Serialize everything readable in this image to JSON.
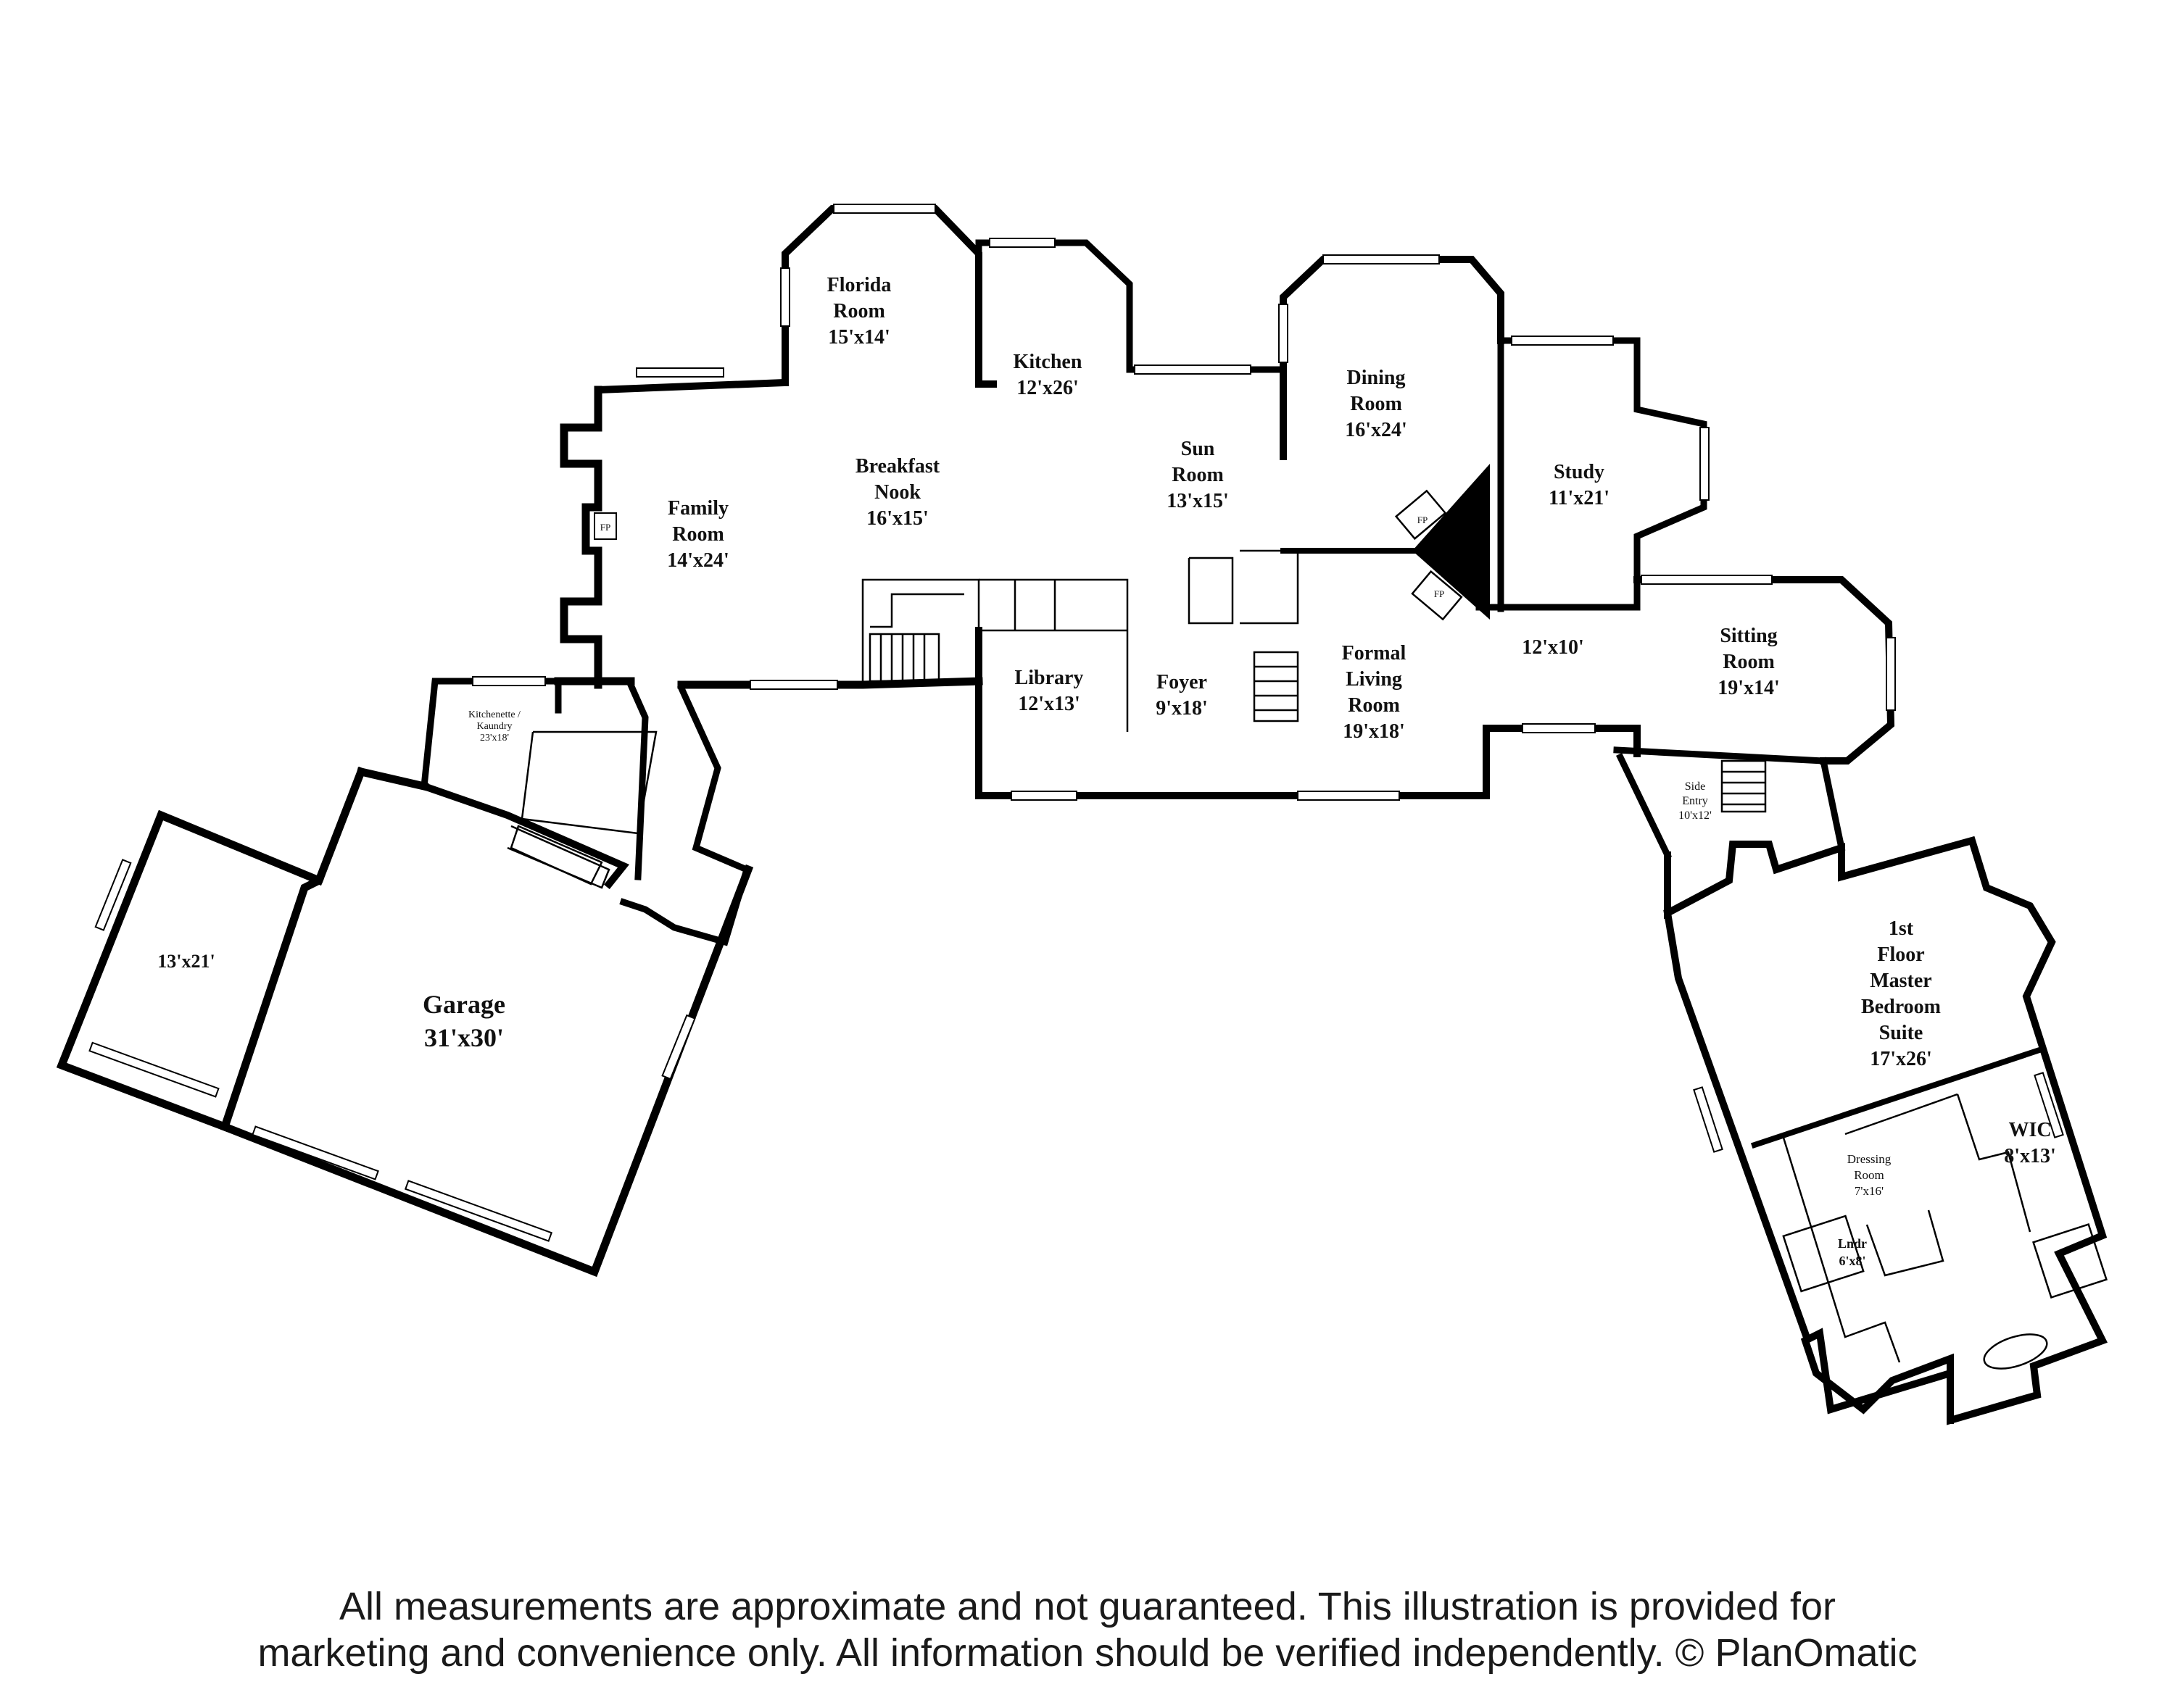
{
  "rooms": {
    "florida": {
      "name": [
        "Florida",
        "Room"
      ],
      "size": "15'x14'"
    },
    "kitchen": {
      "name": [
        "Kitchen"
      ],
      "size": "12'x26'"
    },
    "dining": {
      "name": [
        "Dining",
        "Room"
      ],
      "size": "16'x24'"
    },
    "sun": {
      "name": [
        "Sun",
        "Room"
      ],
      "size": "13'x15'"
    },
    "breakfast": {
      "name": [
        "Breakfast",
        "Nook"
      ],
      "size": "16'x15'"
    },
    "family": {
      "name": [
        "Family",
        "Room"
      ],
      "size": "14'x24'"
    },
    "study": {
      "name": [
        "Study"
      ],
      "size": "11'x21'"
    },
    "sitting": {
      "name": [
        "Sitting",
        "Room"
      ],
      "size": "19'x14'"
    },
    "hall": {
      "name": [],
      "size": "12'x10'"
    },
    "library": {
      "name": [
        "Library"
      ],
      "size": "12'x13'"
    },
    "foyer": {
      "name": [
        "Foyer"
      ],
      "size": "9'x18'"
    },
    "formal_living": {
      "name": [
        "Formal",
        "Living",
        "Room"
      ],
      "size": "19'x18'"
    },
    "kitchenette": {
      "name": [
        "Kitchenette /",
        "Kaundry"
      ],
      "size": "23'x18'"
    },
    "side_entry": {
      "name": [
        "Side",
        "Entry"
      ],
      "size": "10'x12'"
    },
    "workshop": {
      "name": [],
      "size": "13'x21'"
    },
    "garage": {
      "name": [
        "Garage"
      ],
      "size": "31'x30'"
    },
    "master": {
      "name": [
        "1st",
        "Floor",
        "Master",
        "Bedroom",
        "Suite"
      ],
      "size": "17'x26'"
    },
    "wic": {
      "name": [
        "WIC"
      ],
      "size": "8'x13'"
    },
    "dressing": {
      "name": [
        "Dressing",
        "Room"
      ],
      "size": "7'x16'"
    },
    "laundry": {
      "name": [
        "Lndr"
      ],
      "size": "6'x8'"
    }
  },
  "fireplace_label": "FP",
  "disclaimer": {
    "line1": "All measurements are approximate and not guaranteed. This illustration is provided for",
    "line2": "marketing and convenience only. All information should be verified independently. © PlanOmatic"
  }
}
